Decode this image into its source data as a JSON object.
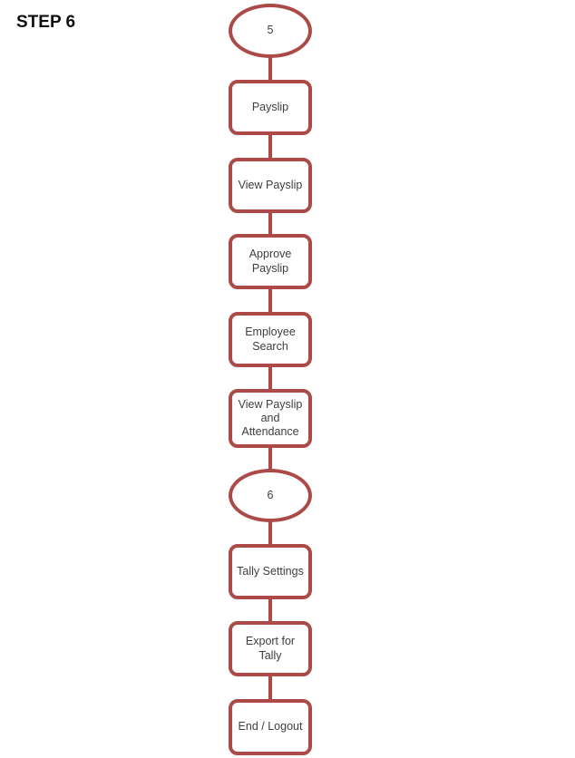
{
  "title": "STEP 6",
  "colors": {
    "shape_border": "#ac4a48",
    "connector": "#ac4a48",
    "node_text": "#3f3f3f",
    "title_text": "#0f0f0f",
    "background": "#ffffff"
  },
  "flowchart": {
    "direction": "vertical",
    "nodes": [
      {
        "type": "ellipse",
        "label": "5"
      },
      {
        "type": "box",
        "label": "Payslip"
      },
      {
        "type": "box",
        "label": "View Payslip"
      },
      {
        "type": "box",
        "label": "Approve Payslip"
      },
      {
        "type": "box",
        "label": "Employee Search"
      },
      {
        "type": "box",
        "label": "View Payslip and Attendance"
      },
      {
        "type": "ellipse",
        "label": "6"
      },
      {
        "type": "box",
        "label": "Tally Settings"
      },
      {
        "type": "box",
        "label": "Export for Tally"
      },
      {
        "type": "box",
        "label": "End / Logout"
      }
    ]
  }
}
